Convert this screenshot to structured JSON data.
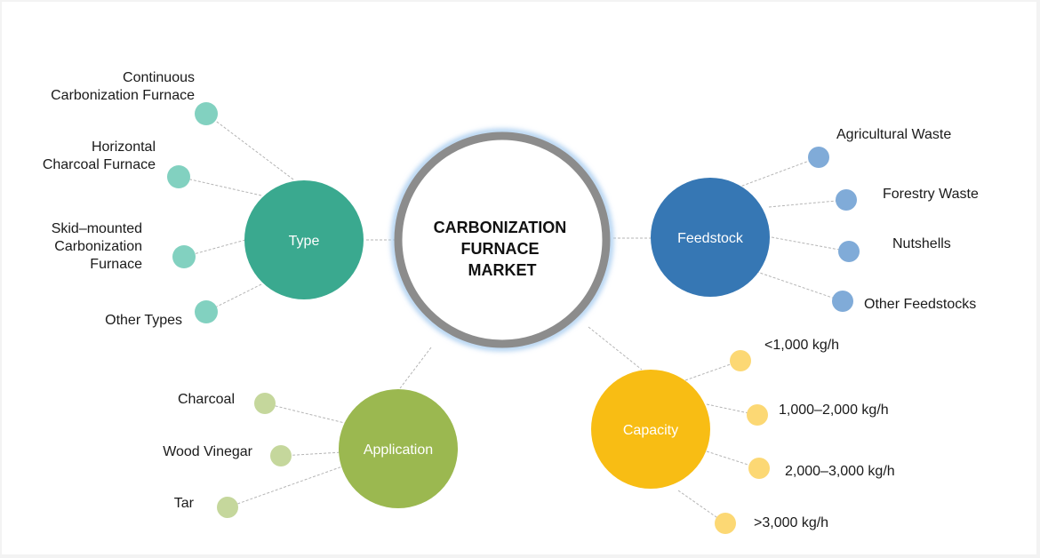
{
  "center": {
    "lines": [
      "CARBONIZATION",
      "FURNACE",
      "MARKET"
    ],
    "ring_color": "#8c8c8c",
    "glow_color": "#a9cdf0"
  },
  "segments": [
    {
      "id": "type",
      "label": "Type",
      "color": "#3aa98f",
      "leaf_color": "#82d1c0",
      "items": [
        {
          "lines": [
            "Continuous",
            "Carbonization Furnace"
          ]
        },
        {
          "lines": [
            "Horizontal",
            "Charcoal Furnace"
          ]
        },
        {
          "lines": [
            "Skid–mounted",
            "Carbonization",
            "Furnace"
          ]
        },
        {
          "lines": [
            "Other Types"
          ]
        }
      ]
    },
    {
      "id": "feedstock",
      "label": "Feedstock",
      "color": "#3677b4",
      "leaf_color": "#80abd8",
      "items": [
        {
          "lines": [
            "Agricultural Waste"
          ]
        },
        {
          "lines": [
            "Forestry Waste"
          ]
        },
        {
          "lines": [
            "Nutshells"
          ]
        },
        {
          "lines": [
            "Other Feedstocks"
          ]
        }
      ]
    },
    {
      "id": "application",
      "label": "Application",
      "color": "#9bb850",
      "leaf_color": "#c5d79c",
      "items": [
        {
          "lines": [
            "Charcoal"
          ]
        },
        {
          "lines": [
            "Wood Vinegar"
          ]
        },
        {
          "lines": [
            "Tar"
          ]
        }
      ]
    },
    {
      "id": "capacity",
      "label": "Capacity",
      "color": "#f8bd14",
      "leaf_color": "#fcd874",
      "items": [
        {
          "lines": [
            "<1,000 kg/h"
          ]
        },
        {
          "lines": [
            "1,000–2,000 kg/h"
          ]
        },
        {
          "lines": [
            "2,000–3,000 kg/h"
          ]
        },
        {
          "lines": [
            ">3,000 kg/h"
          ]
        }
      ]
    }
  ]
}
